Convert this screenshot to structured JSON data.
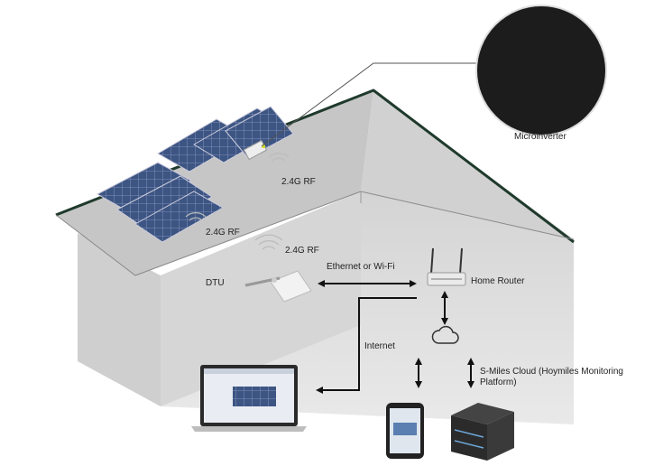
{
  "labels": {
    "microinverter": "Microinverter",
    "rf_top": "2.4G RF",
    "rf_left": "2.4G RF",
    "rf_dtu": "2.4G RF",
    "dtu": "DTU",
    "ethernet": "Ethernet or Wi-Fi",
    "home_router": "Home Router",
    "internet": "Internet",
    "cloud": "S-Miles Cloud (Hoymiles Monitoring Platform)"
  },
  "icons": [
    "solar-panel-icon",
    "microinverter-icon",
    "dtu-icon",
    "router-icon",
    "cloud-icon",
    "laptop-icon",
    "phone-icon",
    "server-icon"
  ],
  "colors": {
    "house_wall": "#d9d9d9",
    "roof": "#c9c9c9",
    "roof_edge": "#1f3a2c",
    "panel": "#3a4f7a",
    "arrow": "#111111"
  }
}
